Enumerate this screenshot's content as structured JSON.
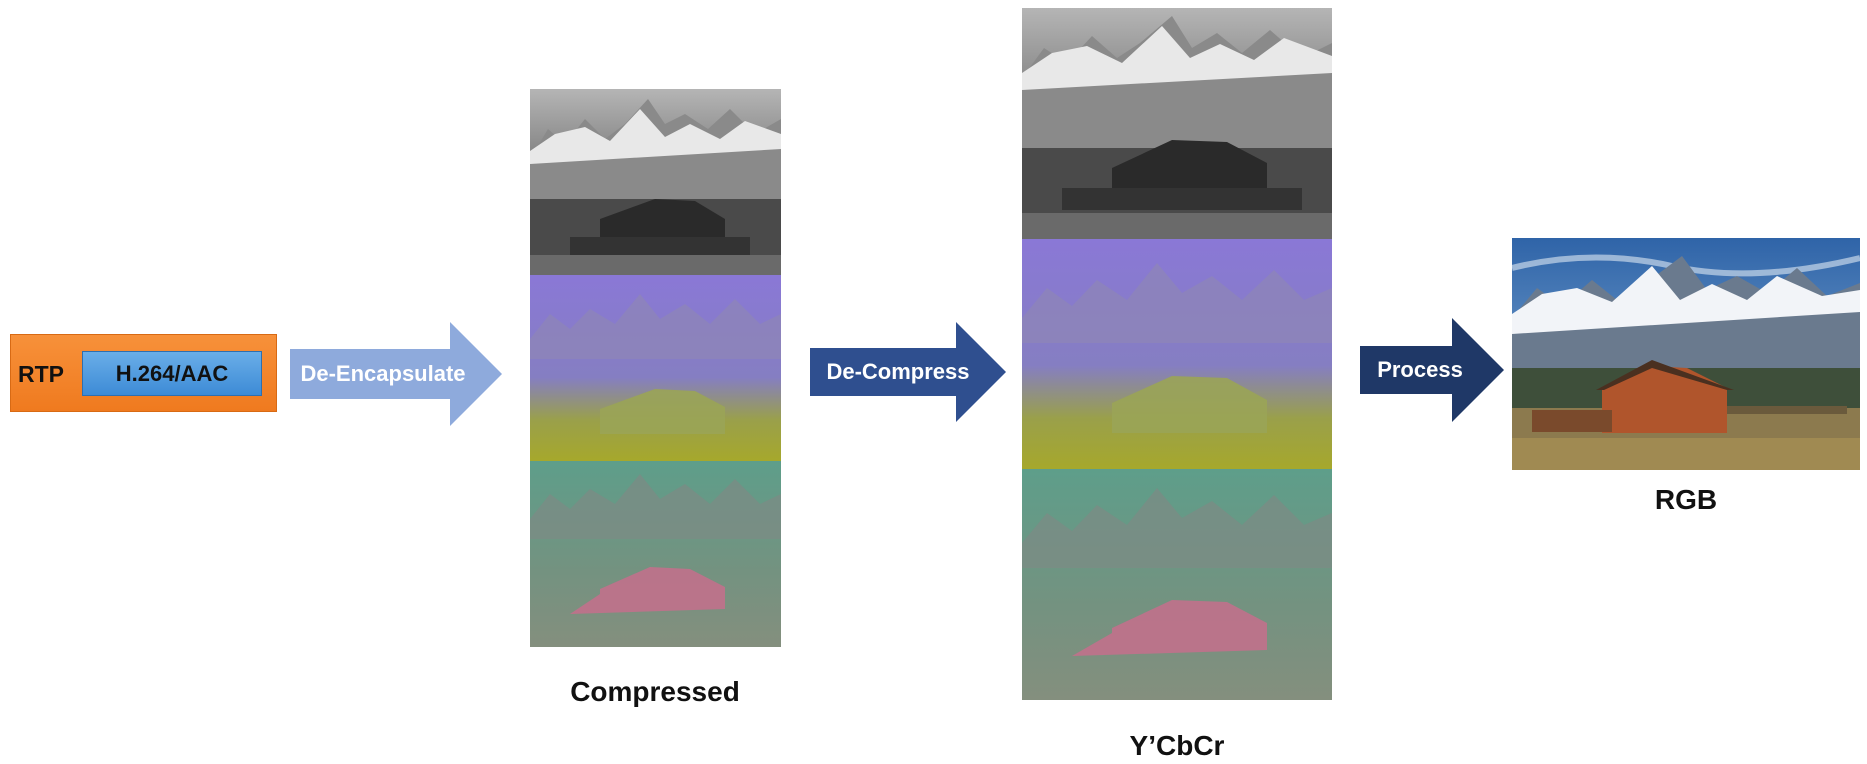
{
  "packet": {
    "protocol_label": "RTP",
    "payload_label": "H.264/AAC",
    "outer_color": "#f28a2e",
    "inner_color": "#4a97de"
  },
  "steps": [
    {
      "label": "De-Encapsulate",
      "color": "#8eaadc"
    },
    {
      "label": "De-Compress",
      "color": "#2f4f8f"
    },
    {
      "label": "Process",
      "color": "#1f3867"
    }
  ],
  "stages": [
    {
      "caption": "Compressed"
    },
    {
      "caption": "Y’CbCr"
    },
    {
      "caption": "RGB"
    }
  ],
  "plane_colors": {
    "luma": "#555555",
    "cb": "#8473cc",
    "cr": "#6e9985",
    "sky": "#3f78b8"
  }
}
